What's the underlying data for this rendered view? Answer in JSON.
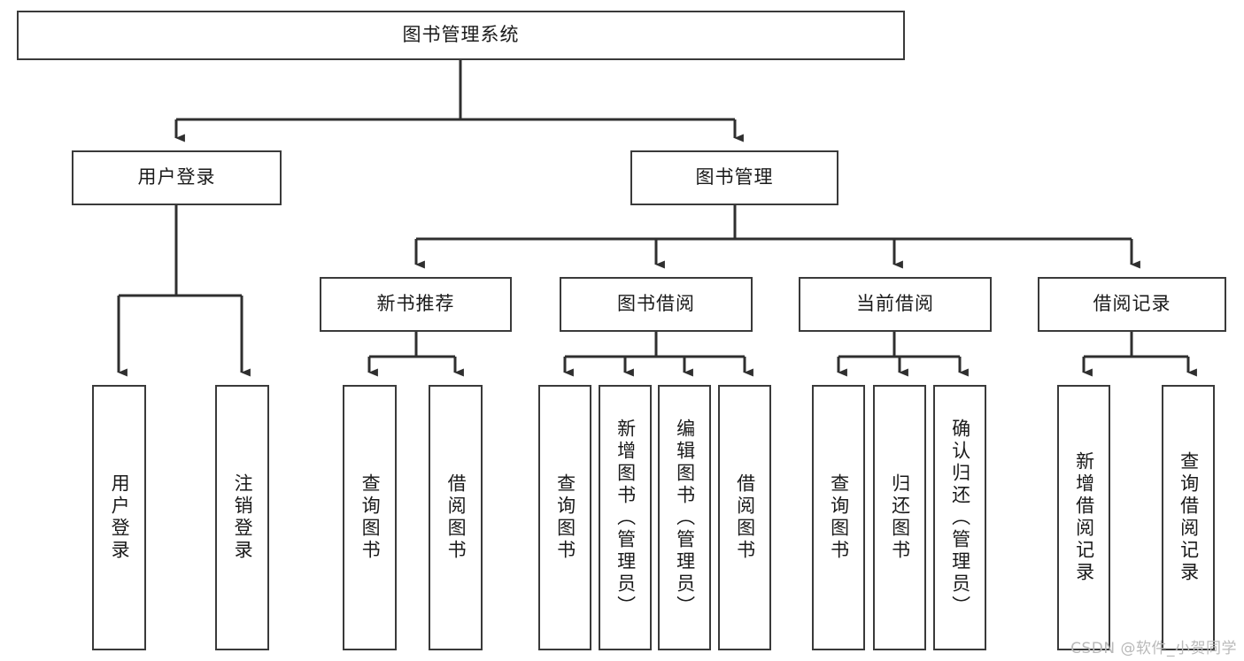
{
  "diagram": {
    "type": "hierarchy-tree",
    "title": "图书管理系统",
    "watermark": "CSDN @软件_小贺同学",
    "colors": {
      "box_border": "#3a3a3a",
      "box_fill": "#ffffff",
      "line": "#2f2f2f",
      "text": "#1a1a1a",
      "watermark": "#b9b9b9",
      "background": "#ffffff"
    },
    "root": {
      "label": "图书管理系统"
    },
    "level2": [
      {
        "label": "用户登录"
      },
      {
        "label": "图书管理"
      }
    ],
    "level3": [
      {
        "label": "新书推荐"
      },
      {
        "label": "图书借阅"
      },
      {
        "label": "当前借阅"
      },
      {
        "label": "借阅记录"
      }
    ],
    "leaves": {
      "user_login": [
        {
          "label": "用户登录"
        },
        {
          "label": "注销登录"
        }
      ],
      "new_book_recommend": [
        {
          "label": "查询图书"
        },
        {
          "label": "借阅图书"
        }
      ],
      "book_borrow": [
        {
          "label": "查询图书"
        },
        {
          "label": "新增图书（管理员）"
        },
        {
          "label": "编辑图书（管理员）"
        },
        {
          "label": "借阅图书"
        }
      ],
      "current_borrow": [
        {
          "label": "查询图书"
        },
        {
          "label": "归还图书"
        },
        {
          "label": "确认归还（管理员）"
        }
      ],
      "borrow_record": [
        {
          "label": "新增借阅记录"
        },
        {
          "label": "查询借阅记录"
        }
      ]
    }
  }
}
